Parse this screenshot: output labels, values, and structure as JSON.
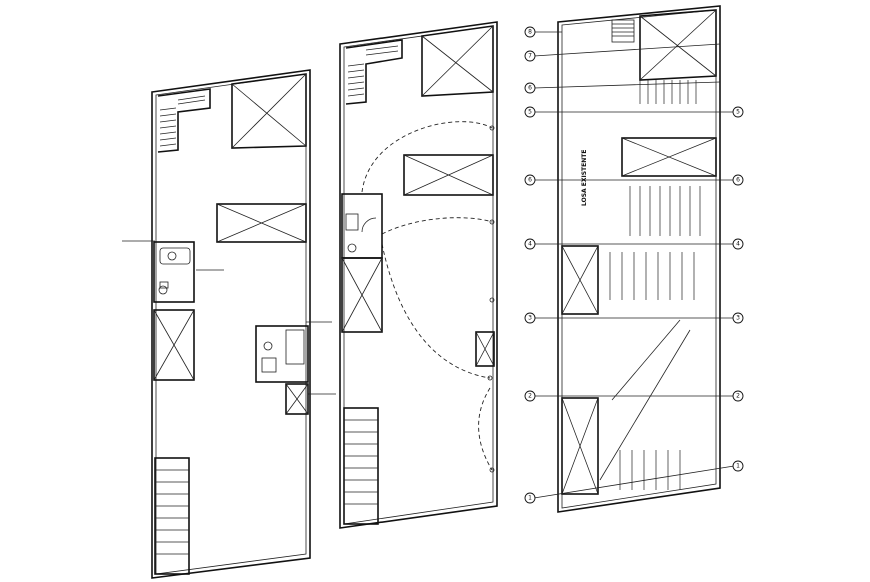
{
  "drawing": {
    "plan_right": {
      "slab_label": "LOSA EXISTENTE",
      "grid_left": [
        "8",
        "7",
        "6",
        "5",
        "6",
        "4",
        "3",
        "2",
        "1"
      ],
      "grid_right": [
        "5",
        "6",
        "4",
        "3",
        "2",
        "1"
      ]
    }
  }
}
